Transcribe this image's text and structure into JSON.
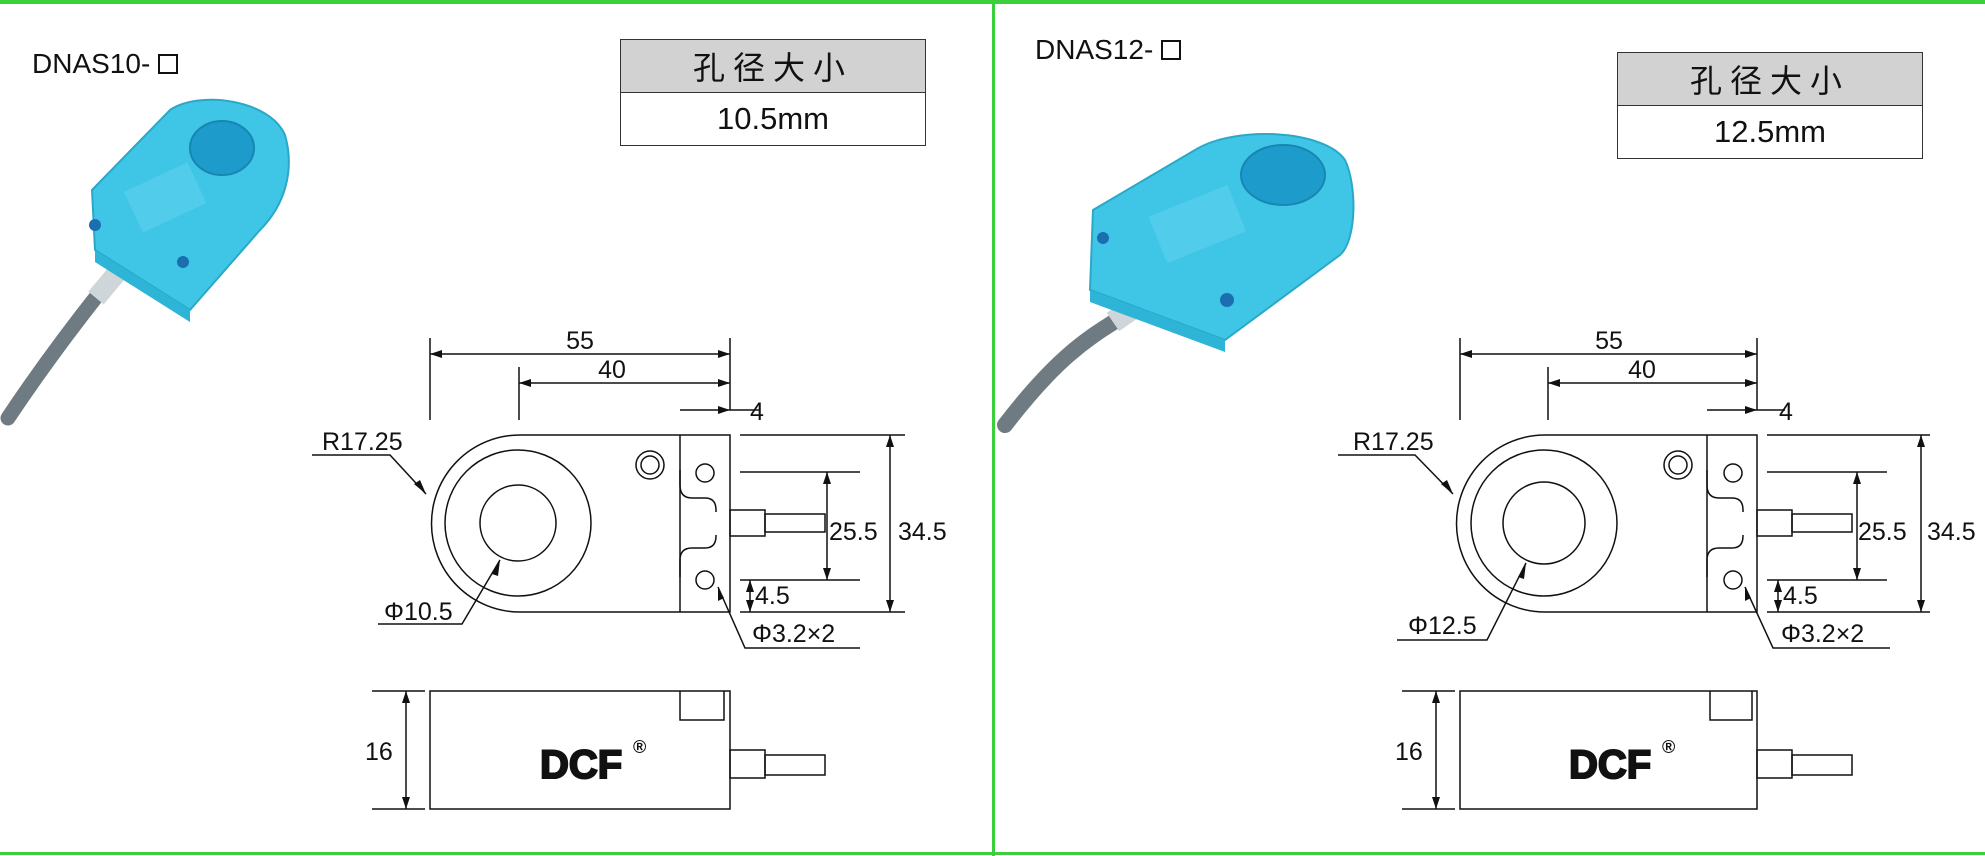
{
  "panels": [
    {
      "model": "DNAS10-",
      "spec_header": "孔径大小",
      "spec_value": "10.5mm",
      "dims": {
        "length": "55",
        "hole_offset": "40",
        "tab": "4",
        "radius": "R17.25",
        "mount_spacing": "25.5",
        "height": "34.5",
        "edge": "4.5",
        "bore": "Φ10.5",
        "mount_holes": "Φ3.2×2",
        "thickness": "16"
      },
      "brand": "DCF",
      "brand_mark": "®"
    },
    {
      "model": "DNAS12-",
      "spec_header": "孔径大小",
      "spec_value": "12.5mm",
      "dims": {
        "length": "55",
        "hole_offset": "40",
        "tab": "4",
        "radius": "R17.25",
        "mount_spacing": "25.5",
        "height": "34.5",
        "edge": "4.5",
        "bore": "Φ12.5",
        "mount_holes": "Φ3.2×2",
        "thickness": "16"
      },
      "brand": "DCF",
      "brand_mark": "®"
    }
  ],
  "colors": {
    "divider": "#3ccf3c",
    "sensor_body": "#3fc6e6",
    "cable": "#6f7b82",
    "header_fill": "#d2d2d2"
  }
}
